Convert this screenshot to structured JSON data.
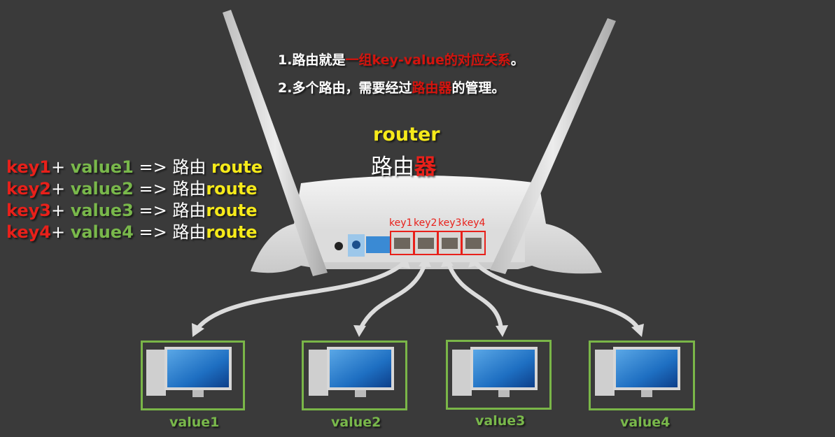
{
  "notes": {
    "line1": {
      "prefix": "1.路由就是",
      "highlight": "一组key-value的对应关系",
      "suffix": "。"
    },
    "line2": {
      "prefix": "2.多个路由，需要经过",
      "highlight": "路由器",
      "suffix": "的管理。"
    }
  },
  "router": {
    "title_en": "router",
    "title_cn_plain": "路由",
    "title_cn_highlight": "器"
  },
  "mappings": [
    {
      "key": "key1",
      "plus": "+",
      "value": "value1",
      "arrow": "=>",
      "cn": "路由",
      "route": "route"
    },
    {
      "key": "key2",
      "plus": "+",
      "value": "value2",
      "arrow": "=>",
      "cn": "路由",
      "route": "route"
    },
    {
      "key": "key3",
      "plus": "+",
      "value": "value3",
      "arrow": "=>",
      "cn": "路由",
      "route": "route"
    },
    {
      "key": "key4",
      "plus": "+",
      "value": "value4",
      "arrow": "=>",
      "cn": "路由",
      "route": "route"
    }
  ],
  "ports": [
    {
      "label": "key1"
    },
    {
      "label": "key2"
    },
    {
      "label": "key3"
    },
    {
      "label": "key4"
    }
  ],
  "computers": [
    {
      "label": "value1"
    },
    {
      "label": "value2"
    },
    {
      "label": "value3"
    },
    {
      "label": "value4"
    }
  ],
  "colors": {
    "background": "#3a3a3a",
    "key_red": "#e8201a",
    "value_green": "#79b84b",
    "route_yellow": "#f6ea1a",
    "box_green": "#7ab648"
  }
}
